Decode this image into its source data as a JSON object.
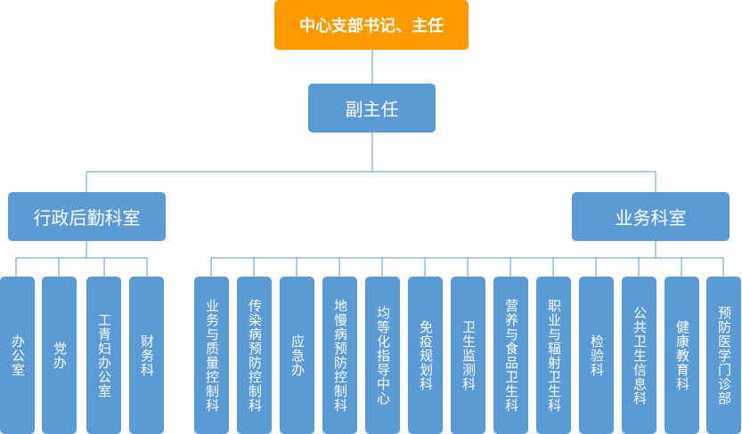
{
  "title": "中心支部书记、主任",
  "deputy": "副主任",
  "branches": [
    {
      "label": "行政后勤科室",
      "children": [
        "办公室",
        "党办",
        "工青妇办公室",
        "财务科"
      ]
    },
    {
      "label": "业务科室",
      "children": [
        "业务与质量控制科",
        "传染病预防控制科",
        "应急办",
        "地慢病预防控制科",
        "均等化指导中心",
        "免疫规划科",
        "卫生监测科",
        "营养与食品卫生科",
        "职业与辐射卫生科",
        "检验科",
        "公共卫生信息科",
        "健康教育科",
        "预防医学门诊部"
      ]
    }
  ]
}
